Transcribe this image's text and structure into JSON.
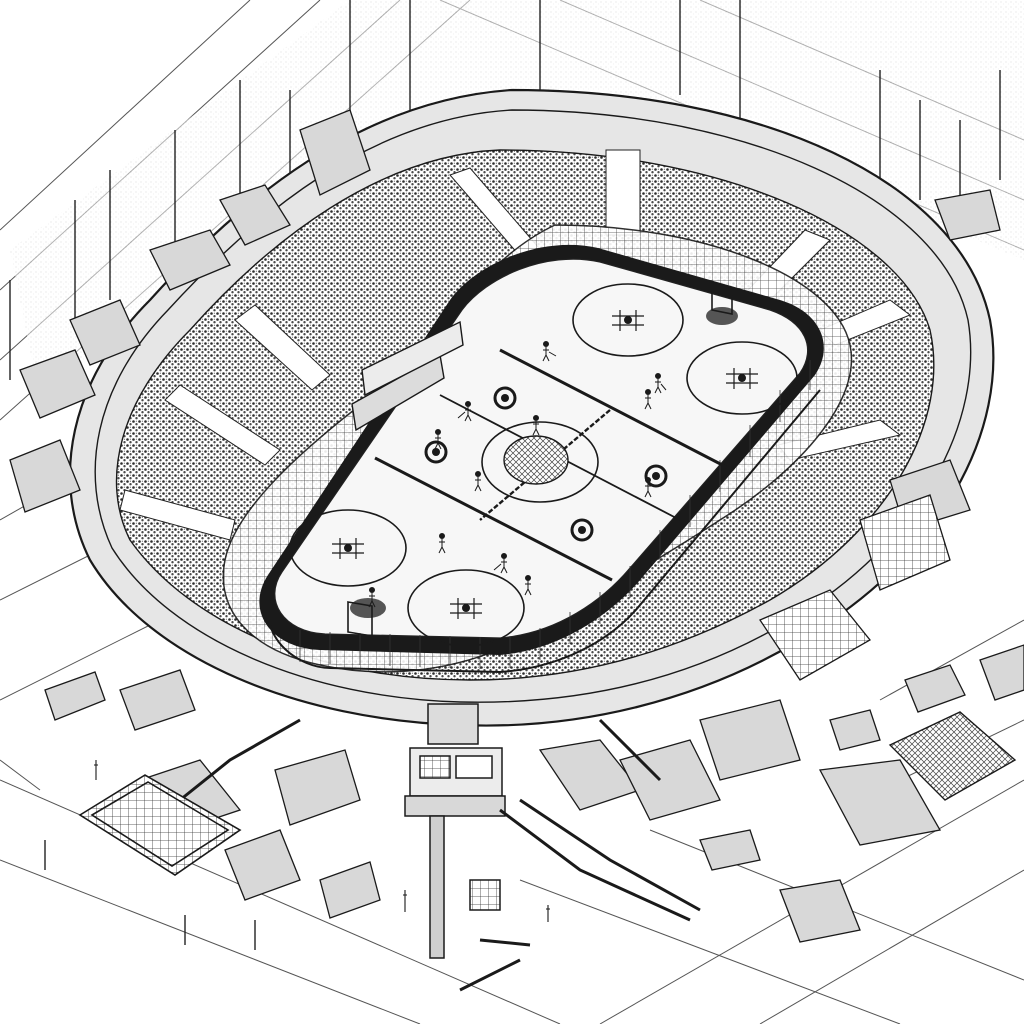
{
  "scene": {
    "subject": "hockey-arena-sketch",
    "style": "monochrome-pencil-isometric",
    "colors": {
      "paper": "#ffffff",
      "ink": "#1a1a1a",
      "ice": "#f7f7f7",
      "crowd": "#3a3a3a",
      "shadow": "#9a9a9a"
    },
    "rink": {
      "faceoff_circles": 4,
      "faceoff_dots": 4,
      "nets": 2,
      "players_visible": 12
    }
  }
}
